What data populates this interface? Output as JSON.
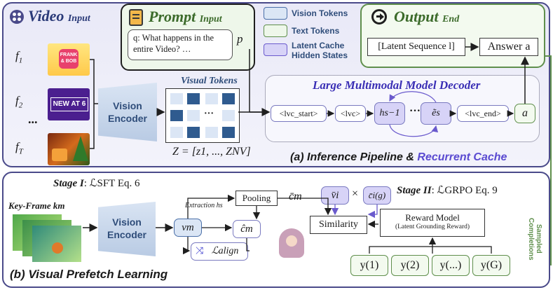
{
  "video_input": {
    "title": "Video",
    "title_small": "Input",
    "frames": [
      {
        "label": "f1",
        "sub": "1"
      },
      {
        "label": "f2",
        "sub": "2"
      },
      {
        "label": "fT",
        "sub": "T"
      }
    ],
    "frame1_text": "FRANK & BOB",
    "frame2_text": "NEW AT 6",
    "ellipsis": "..."
  },
  "prompt_input": {
    "title": "Prompt",
    "title_small": "Input",
    "question": "q: What happens in the entire Video? …",
    "p_label": "p"
  },
  "legend": {
    "items": [
      {
        "label": "Vision Tokens",
        "color": "#dbe6f5",
        "border": "#4a6fa8"
      },
      {
        "label": "Text Tokens",
        "color": "#eef7ea",
        "border": "#5f8f4c"
      },
      {
        "label": "Latent Cache Hidden States",
        "color": "#d7d3f7",
        "border": "#6a5acd"
      }
    ]
  },
  "output_end": {
    "title": "Output",
    "title_small": "End",
    "latent_seq": "[Latent Sequence l]",
    "answer": "Answer a"
  },
  "encoder": {
    "label_line1": "Vision",
    "label_line2": "Encoder"
  },
  "visual_tokens": {
    "title": "Visual Tokens",
    "ellipsis": "···",
    "formula": "Z = [z1, ..., ZNV]"
  },
  "decoder": {
    "title": "Large Multimodal Model Decoder",
    "tokens": [
      "<lvc_start>",
      "<lvc>",
      "hs−1",
      "···",
      "ẽs",
      "<lvc_end>",
      "a"
    ]
  },
  "pipeline_caption": {
    "prefix": "(a) Inference Pipeline & ",
    "highlight": "Recurrent Cache"
  },
  "stage1": {
    "label": "Stage I",
    "loss": ": ℒSFT Eq. 6"
  },
  "stage2": {
    "label": "Stage II",
    "loss": ": ℒGRPO Eq. 9"
  },
  "keyframe": {
    "label": "Key-Frame km"
  },
  "encoder2": {
    "label_line1": "Vision",
    "label_line2": "Encoder"
  },
  "learning": {
    "vm": "vm",
    "extraction": "Extraction hs",
    "pooling": "Pooling",
    "cbar_m": "c̄m",
    "chat_m": "ĉm",
    "align": "ℒalign",
    "vbar_i": "v̄i",
    "times": "×",
    "cbar_ig": "c̄i(g)",
    "similarity": "Similarity"
  },
  "reward": {
    "line1": "Reward Model",
    "line2": "(Latent Grounding Reward)"
  },
  "sampled": "Sampled Completions",
  "completions": [
    "y(1)",
    "y(2)",
    "y(...)",
    "y(G)"
  ],
  "panel_b_caption": "(b) Visual Prefetch Learning",
  "colors": {
    "accent": "#3a2fb5",
    "panel_border": "#4a4a8a",
    "green": "#5f8f4c",
    "token_dark": "#2f5b8f"
  }
}
